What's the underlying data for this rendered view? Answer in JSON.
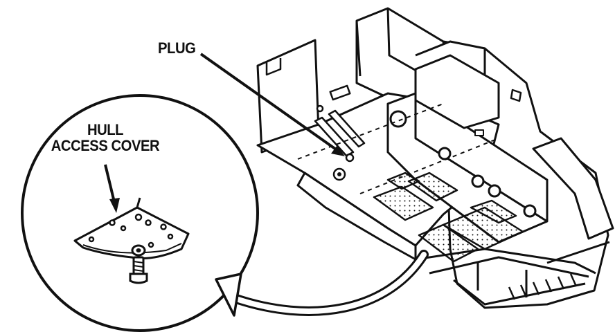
{
  "callouts": {
    "plug": "PLUG",
    "hull_access_cover_line1": "HULL",
    "hull_access_cover_line2": "ACCESS COVER"
  },
  "colors": {
    "ink": "#111111",
    "paper": "#ffffff",
    "shade": "#dddddd"
  }
}
